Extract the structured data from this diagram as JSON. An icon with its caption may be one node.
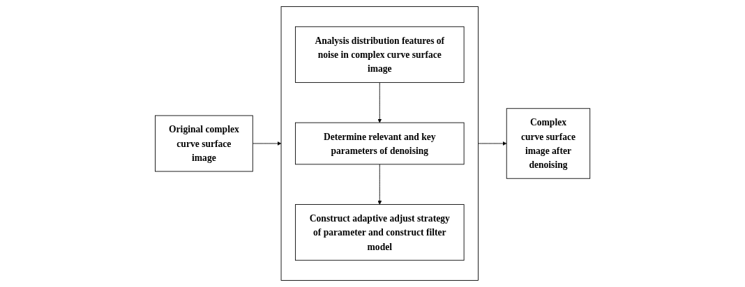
{
  "diagram": {
    "nodes": [
      {
        "text": [
          "Original complex curve surface image"
        ]
      },
      {
        "text": [],
        "shape": "box"
      },
      {
        "text": [
          "Analysis distribution features of noise in complex curve surface image"
        ],
        "in": 1
      },
      {
        "text": [
          "Determine relevant and key parameters of denoising"
        ],
        "in": 1
      },
      {
        "text": [
          "Construct adaptive adjust strategy of parameter and construct filter model"
        ],
        "in": 1
      },
      {
        "text": [
          "Complex curve surface image after denoising"
        ]
      }
    ],
    "edges": [
      {
        "from": 0,
        "to": 1,
        "arrow": "to"
      },
      {
        "from": 2,
        "to": 3,
        "arrow": "to"
      },
      {
        "from": 3,
        "to": 4,
        "arrow": "to"
      },
      {
        "from": 1,
        "to": 5,
        "arrow": "to"
      }
    ]
  }
}
